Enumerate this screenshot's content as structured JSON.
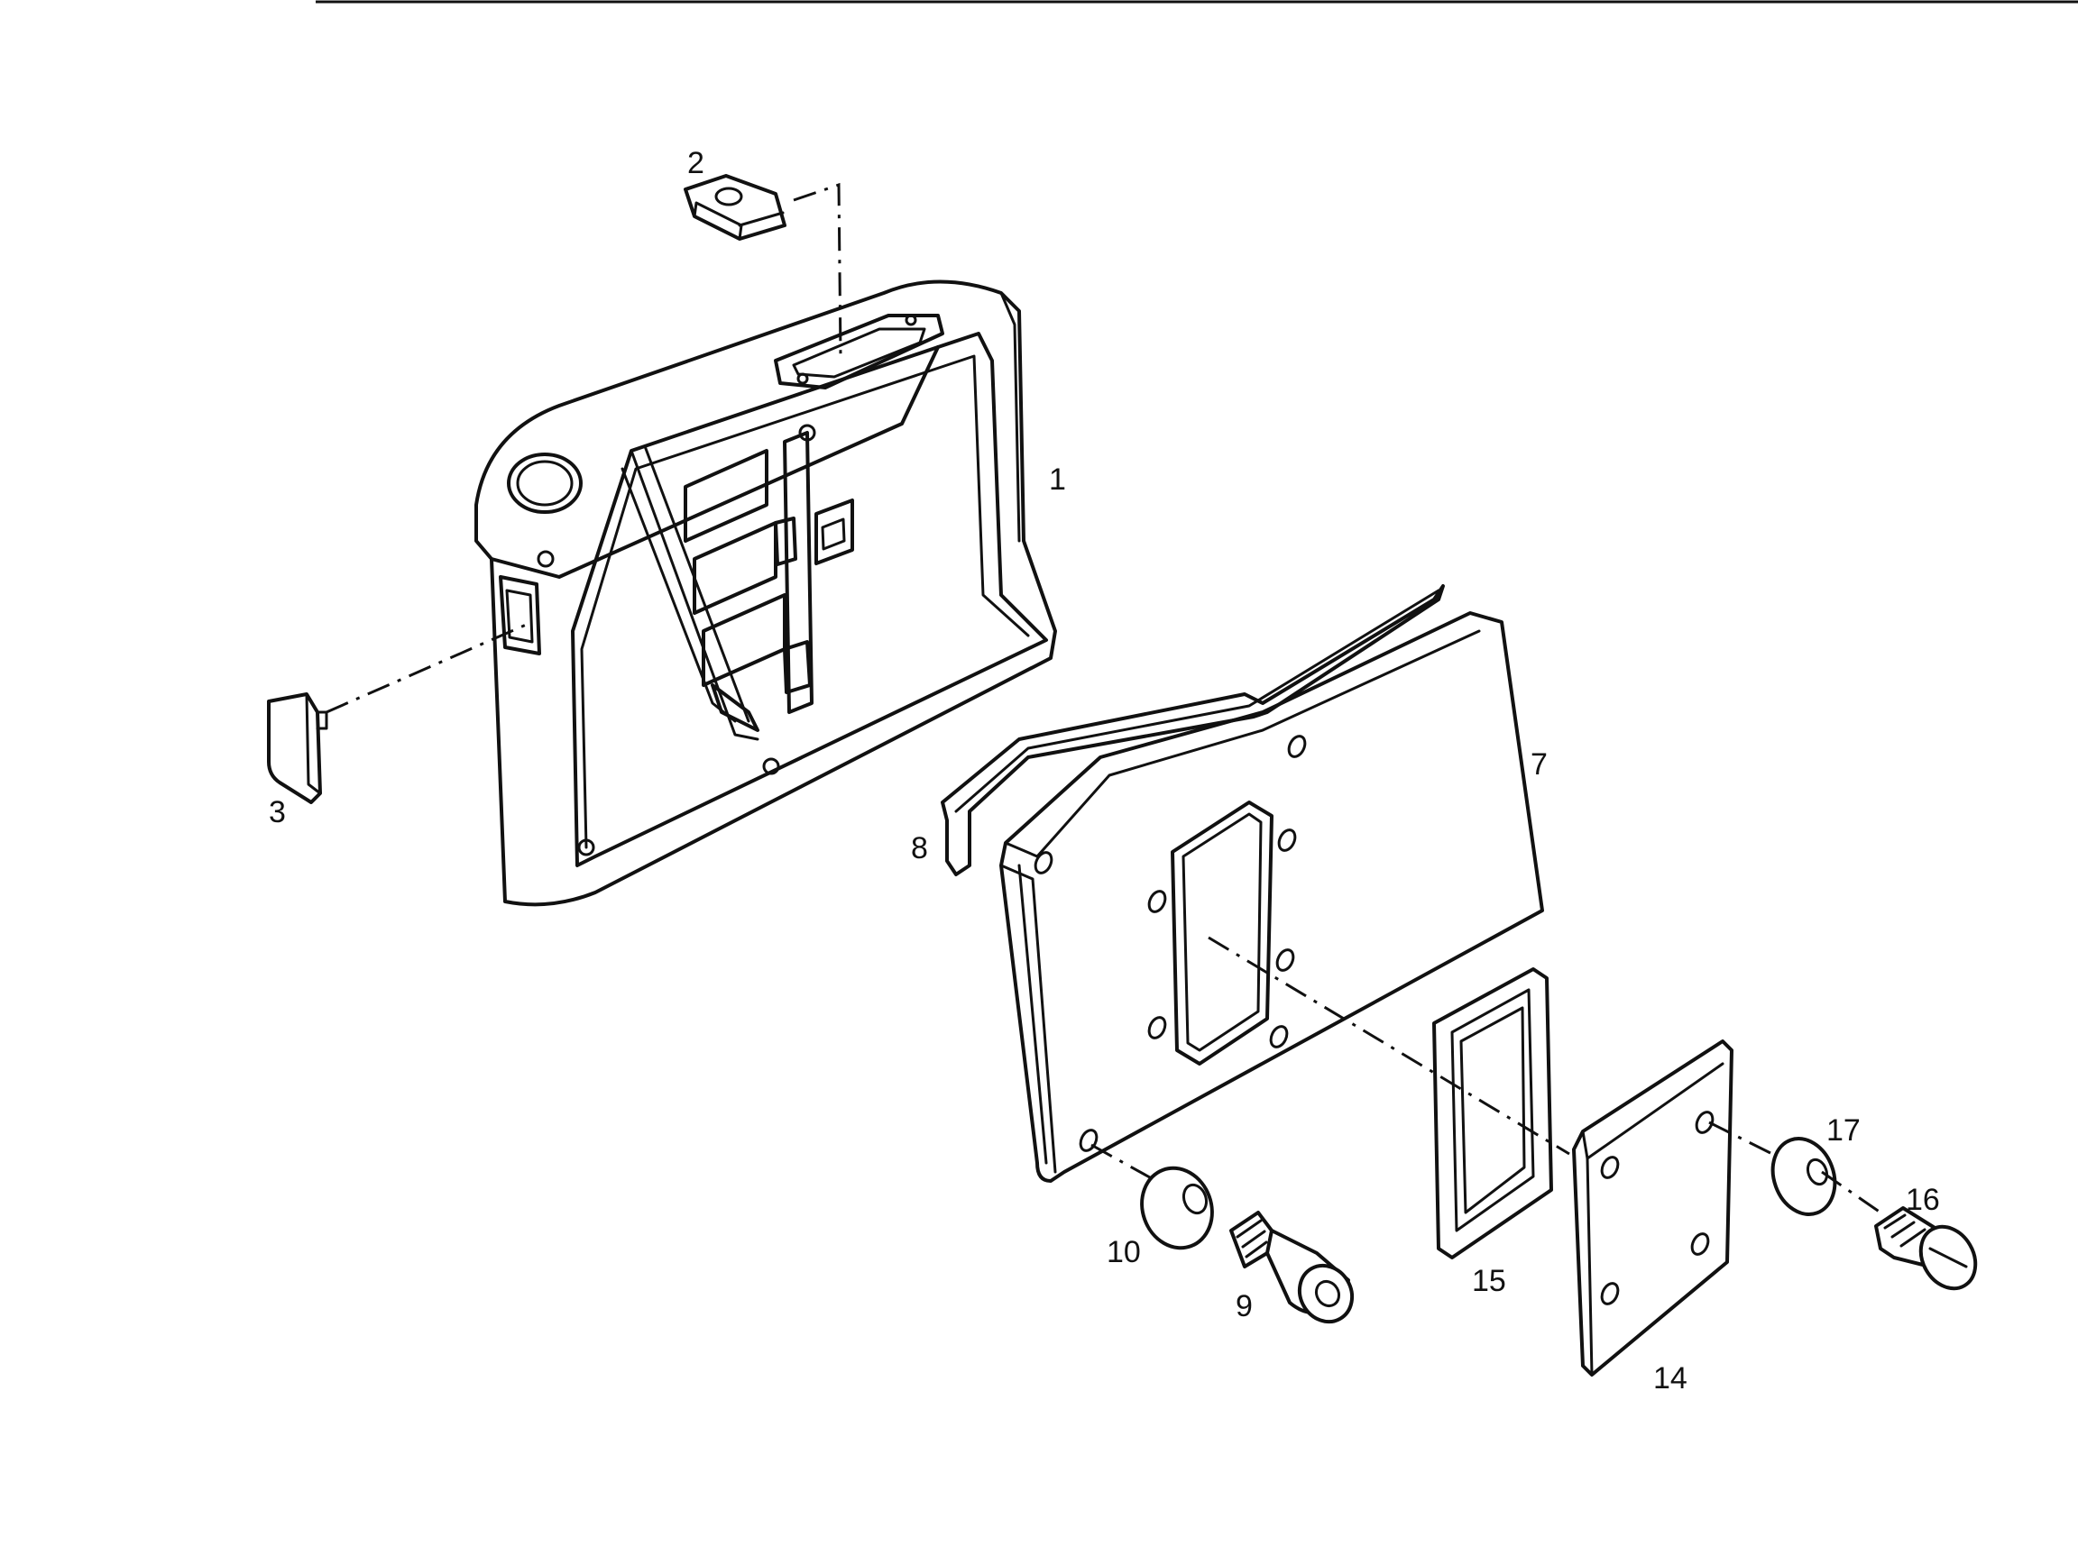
{
  "callouts": {
    "c1": "1",
    "c2": "2",
    "c3": "3",
    "c7": "7",
    "c8": "8",
    "c9": "9",
    "c10": "10",
    "c14": "14",
    "c15": "15",
    "c16": "16",
    "c17": "17"
  }
}
